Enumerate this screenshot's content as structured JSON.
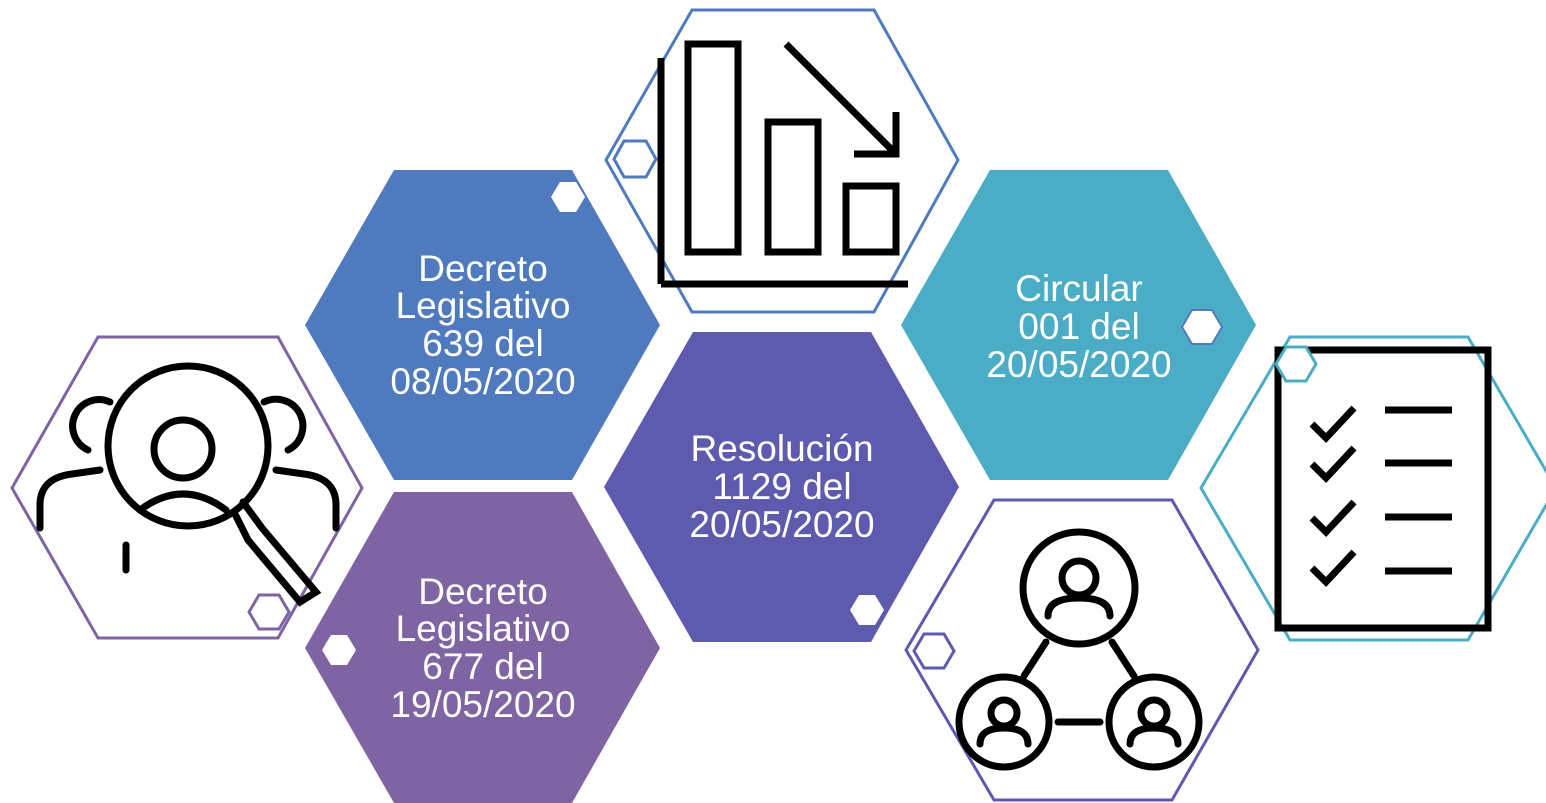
{
  "colors": {
    "blue": "#4F7BBE",
    "violet": "#5E5AAE",
    "purple": "#7E64A2",
    "teal": "#4BACC6",
    "icon_stroke": "#000000"
  },
  "hexagons": [
    {
      "id": "decreto-639",
      "label": "Decreto\nLegislativo\n639 del\n08/05/2020",
      "fill": "blue"
    },
    {
      "id": "resolucion-1129",
      "label": "Resolución\n1129 del\n20/05/2020",
      "fill": "violet"
    },
    {
      "id": "decreto-677",
      "label": "Decreto\nLegislativo\n677 del\n19/05/2020",
      "fill": "purple"
    },
    {
      "id": "circular-001",
      "label": "Circular\n001 del\n20/05/2020",
      "fill": "teal"
    }
  ],
  "icon_hexagons": [
    {
      "id": "search-people",
      "icon": "magnifier-person-icon",
      "border": "purple"
    },
    {
      "id": "declining-chart",
      "icon": "bar-chart-down-icon",
      "border": "blue"
    },
    {
      "id": "network",
      "icon": "people-network-icon",
      "border": "violet"
    },
    {
      "id": "checklist",
      "icon": "checklist-icon",
      "border": "teal"
    }
  ]
}
